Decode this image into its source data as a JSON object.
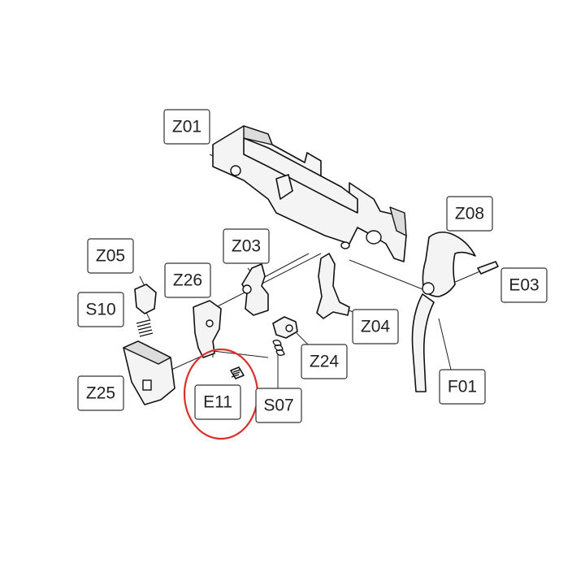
{
  "labels": {
    "z01": "Z01",
    "z03": "Z03",
    "z04": "Z04",
    "z05": "Z05",
    "z08": "Z08",
    "z24": "Z24",
    "z25": "Z25",
    "z26": "Z26",
    "s07": "S07",
    "s10": "S10",
    "e03": "E03",
    "e11": "E11",
    "f01": "F01"
  },
  "highlighted_part": "E11",
  "colors": {
    "highlight": "#d9302b",
    "line": "#111111",
    "background": "#ffffff"
  }
}
